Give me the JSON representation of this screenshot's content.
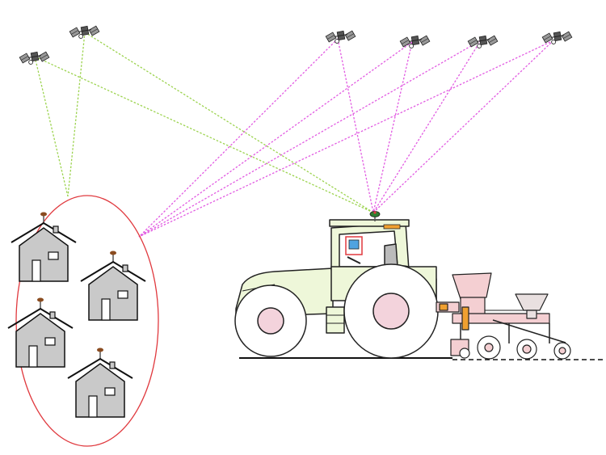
{
  "diagram": {
    "description_visible_text": "",
    "colors": {
      "background": "#ffffff",
      "gps_signal": "#9cd34f",
      "correction_signal": "#e25be2",
      "station_ellipse": "#e0393e",
      "house_wall": "#c9c9c9",
      "house_roof_line": "#111111",
      "antenna_base": "#8a4b1f",
      "tractor_body": "#eef7d9",
      "tractor_line": "#222222",
      "wheel_hub": "#f3d3dc",
      "seeder": "#f4cfd2",
      "seeder_hopper": "#e9e0e0",
      "ground": "#111111",
      "receiver": "#2e7d32",
      "beacon": "#f0a030",
      "display_screen": "#4fa3e0",
      "display_frame": "#e0393e"
    },
    "icons": {
      "satellite": "satellite-icon",
      "house": "reference-station-house-icon",
      "tractor": "tractor-icon",
      "seeder": "seed-drill-icon",
      "antenna": "antenna-icon"
    },
    "satellite_groups": {
      "gps_count": 2,
      "correction_count": 4
    },
    "reference_station_count": 4
  }
}
